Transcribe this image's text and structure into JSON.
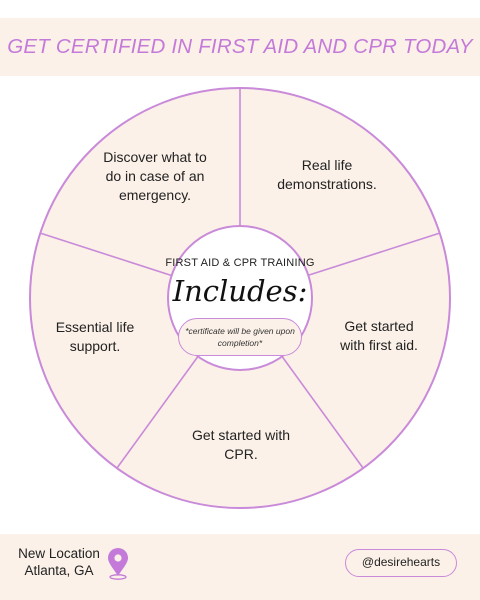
{
  "header": {
    "headline": "GET CERTIFIED IN FIRST AID AND CPR TODAY"
  },
  "wheel": {
    "segments": [
      {
        "text": "Discover what to do in case of an emergency."
      },
      {
        "text": "Real life demonstrations."
      },
      {
        "text": "Get started with first aid."
      },
      {
        "text": "Get started with CPR."
      },
      {
        "text": "Essential life support."
      }
    ],
    "center": {
      "title": "FIRST AID & CPR TRAINING",
      "main": "Includes:",
      "note": "*certificate will be given upon completion*"
    }
  },
  "footer": {
    "location_line1": "New Location",
    "location_line2": "Atlanta, GA",
    "location_icon": "map-pin-icon",
    "handle": "@desirehearts"
  },
  "colors": {
    "accent": "#c47ad9",
    "cream": "#fbf1e8"
  }
}
